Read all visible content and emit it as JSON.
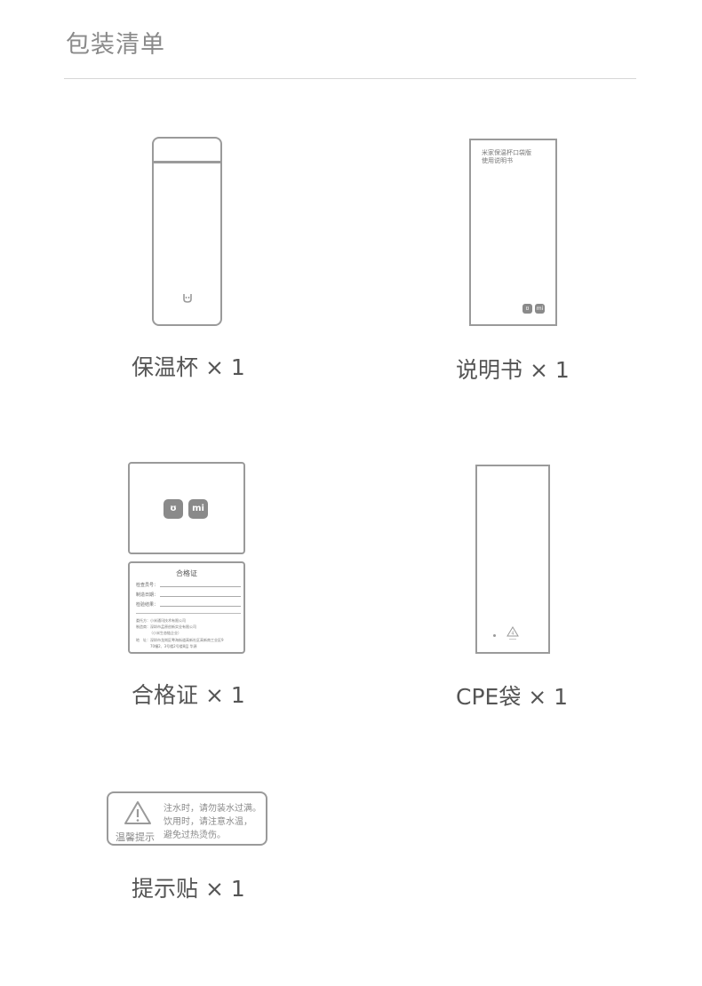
{
  "header": {
    "title": "包装清单"
  },
  "items": {
    "cup": {
      "label": "保温杯 × 1"
    },
    "manual": {
      "label": "说明书 × 1",
      "text_lines": [
        "米家保温杯口袋版",
        "使用说明书"
      ],
      "logos": [
        "ʊ",
        "mi"
      ]
    },
    "certificate": {
      "label": "合格证 × 1",
      "logos": [
        "ʊ",
        "mi"
      ],
      "title": "合格证",
      "fields": [
        "检查员号：",
        "制造日期：",
        "检验结果："
      ],
      "company_lines": [
        "委托方：小米通讯技术有限公司",
        "制造商：深圳市孟原创新实业有限公司",
        "（小米生态链企业）",
        "地　址：深圳市龙岗区粤海街道高新社区高新南工业区9",
        "　　　　70幢2、3号楼2号楼8层 华源"
      ]
    },
    "bag": {
      "label": "CPE袋 × 1"
    },
    "sticker": {
      "label": "提示贴 × 1",
      "badge_text": "温馨提示",
      "lines": [
        "注水时，请勿装水过满。",
        "饮用时，请注意水温，",
        "避免过热烫伤。"
      ]
    }
  },
  "colors": {
    "outline": "#9a9a9a",
    "text": "#555555",
    "title": "#8a8a8a",
    "divider": "#d6d6d6"
  }
}
